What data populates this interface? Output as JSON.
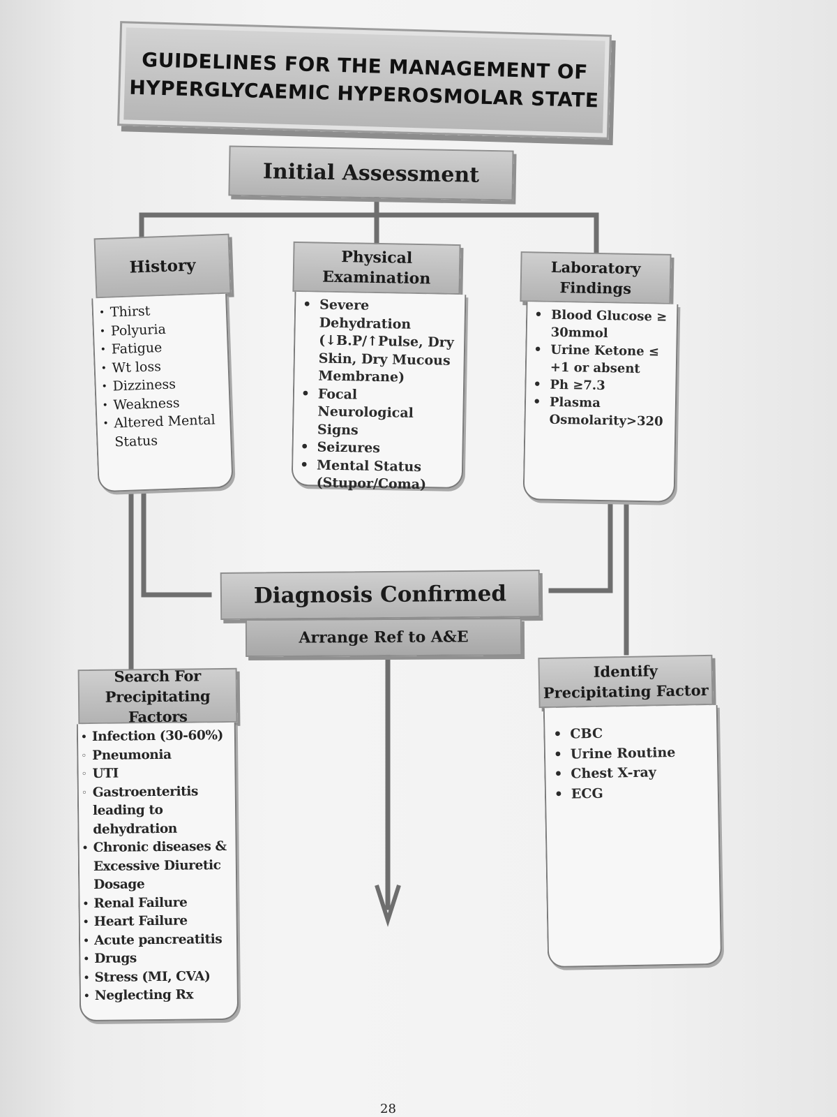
{
  "title": {
    "line1": "GUIDELINES FOR THE MANAGEMENT OF",
    "line2": "HYPERGLYCAEMIC HYPEROSMOLAR STATE"
  },
  "initial_assessment": "Initial Assessment",
  "history": {
    "heading": "History",
    "items": [
      "Thirst",
      "Polyuria",
      "Fatigue",
      "Wt loss",
      "Dizziness",
      "Weakness",
      "Altered Mental Status"
    ]
  },
  "physical_examination": {
    "heading_line1": "Physical",
    "heading_line2": "Examination",
    "items": [
      "Severe Dehydration (↓B.P/↑Pulse, Dry Skin, Dry Mucous Membrane)",
      "Focal Neurological Signs",
      "Seizures",
      "Mental Status (Stupor/Coma)"
    ]
  },
  "laboratory_findings": {
    "heading_line1": "Laboratory",
    "heading_line2": "Findings",
    "items": [
      "Blood Glucose ≥ 30mmol",
      "Urine Ketone ≤ +1 or absent",
      "Ph ≥7.3",
      "Plasma Osmolarity>320"
    ]
  },
  "diagnosis": {
    "label": "Diagnosis Confirmed",
    "referral": "Arrange Ref to A&E"
  },
  "search_factors": {
    "heading_line1": "Search For",
    "heading_line2": "Precipitating Factors",
    "items": [
      {
        "text": "Infection (30-60%)",
        "level": 0
      },
      {
        "text": "Pneumonia",
        "level": 1
      },
      {
        "text": "UTI",
        "level": 1
      },
      {
        "text": "Gastroenteritis leading to dehydration",
        "level": 1
      },
      {
        "text": "Chronic diseases & Excessive Diuretic Dosage",
        "level": 0
      },
      {
        "text": "Renal Failure",
        "level": 0
      },
      {
        "text": "Heart Failure",
        "level": 0
      },
      {
        "text": "Acute pancreatitis",
        "level": 0
      },
      {
        "text": "Drugs",
        "level": 0
      },
      {
        "text": "Stress (MI, CVA)",
        "level": 0
      },
      {
        "text": "Neglecting Rx",
        "level": 0
      }
    ]
  },
  "identify_factor": {
    "heading_line1": "Identify",
    "heading_line2": "Precipitating Factor",
    "items": [
      "CBC",
      "Urine Routine",
      "Chest X-ray",
      "ECG"
    ]
  },
  "page_number": "28"
}
